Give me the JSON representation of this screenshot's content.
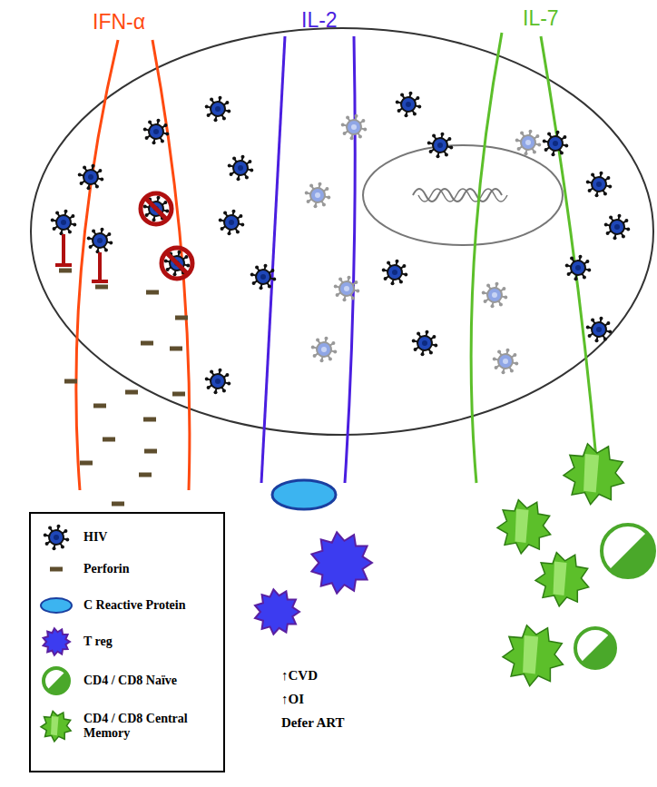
{
  "diagram": {
    "labels": [
      "IFN-α",
      "IL-2",
      "IL-7",
      "↑CVD",
      "↑OI",
      "Defer ART"
    ],
    "legend": [
      {
        "text": "HIV"
      },
      {
        "text": "Perforin"
      },
      {
        "text": "C Reactive Protein"
      },
      {
        "text": "T reg"
      },
      {
        "text": "CD4 / CD8 Naïve"
      },
      {
        "text": "CD4 / CD8 Central Memory"
      }
    ]
  }
}
